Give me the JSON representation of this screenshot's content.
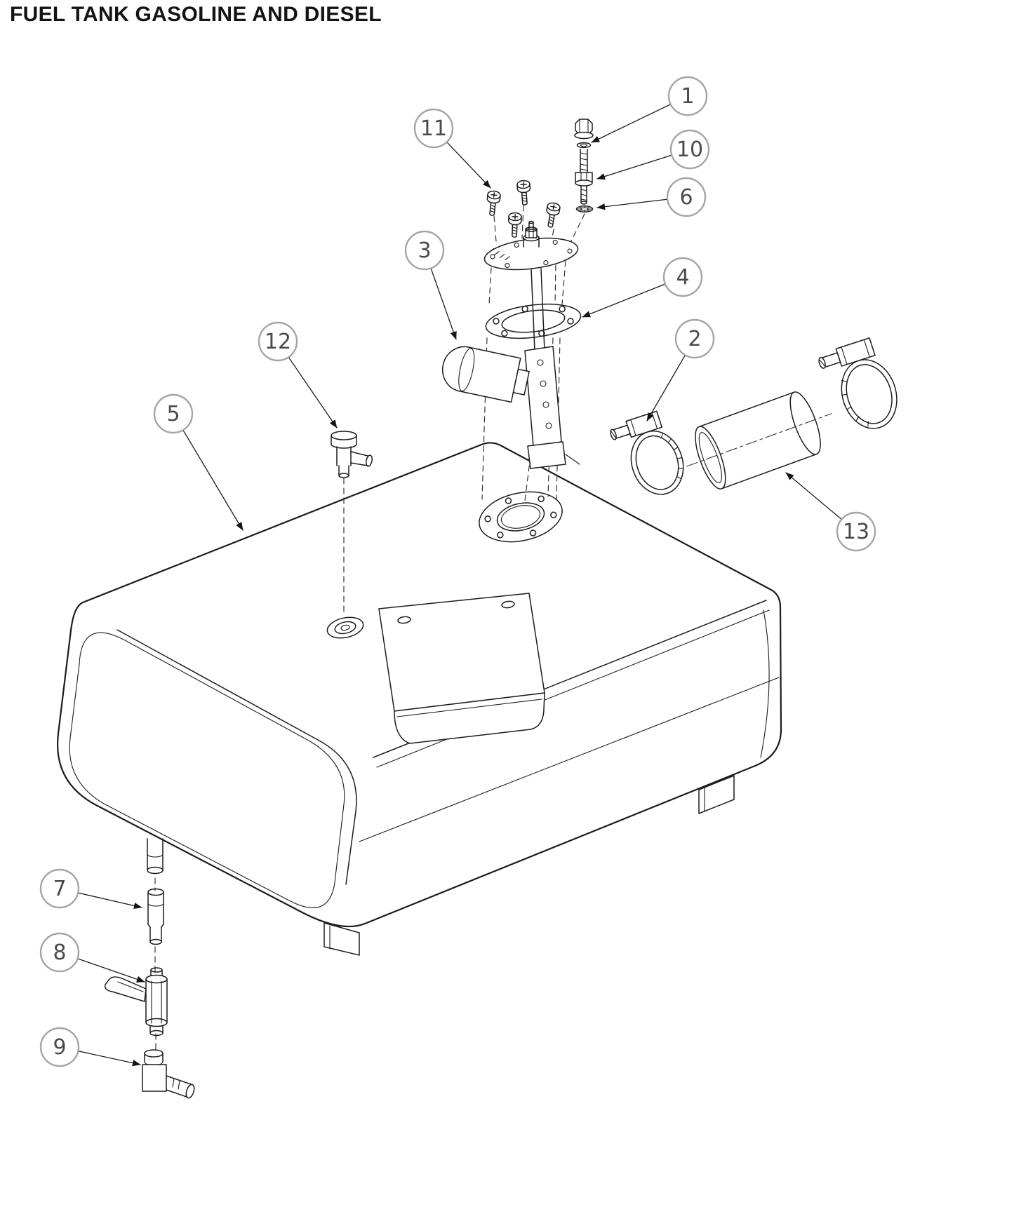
{
  "title": "FUEL TANK GASOLINE AND DIESEL",
  "callouts": [
    {
      "label": "1",
      "part": "hex-flange-nut"
    },
    {
      "label": "2",
      "part": "hose-clamp"
    },
    {
      "label": "3",
      "part": "sender-canister"
    },
    {
      "label": "4",
      "part": "mounting-gasket-ring"
    },
    {
      "label": "5",
      "part": "fuel-tank-body"
    },
    {
      "label": "6",
      "part": "lock-washer"
    },
    {
      "label": "7",
      "part": "drain-tube-fitting"
    },
    {
      "label": "8",
      "part": "shut-off-valve"
    },
    {
      "label": "9",
      "part": "elbow-hose-fitting"
    },
    {
      "label": "10",
      "part": "threaded-stud"
    },
    {
      "label": "11",
      "part": "sender-plate-screws"
    },
    {
      "label": "12",
      "part": "vent-fitting"
    },
    {
      "label": "13",
      "part": "fuel-filler-hose"
    }
  ],
  "colors": {
    "line": "#1c1c1c",
    "callout_circle": "#a5a5a5",
    "callout_number": "#4a4a4a"
  }
}
